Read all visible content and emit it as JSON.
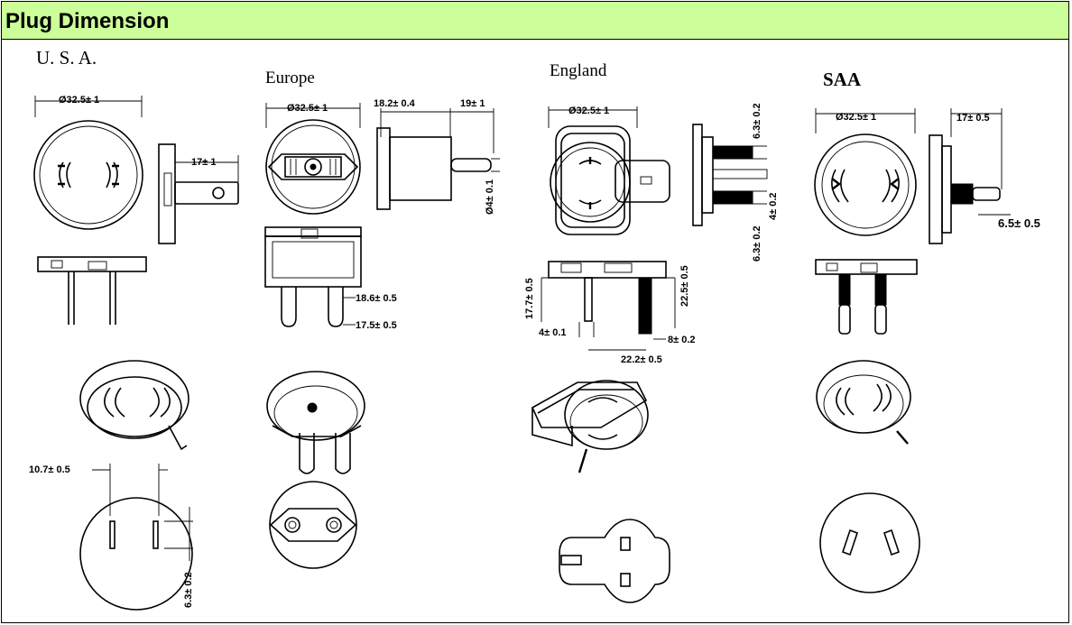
{
  "header": {
    "title": "Plug Dimension",
    "background": "#ccff99"
  },
  "regions": {
    "usa": {
      "label": "U. S. A.",
      "dims": {
        "diameter": "Ø32.5± 1",
        "pin_length": "17± 1",
        "pin_spacing": "10.7± 0.5",
        "pin_width": "6.3± 0.2"
      }
    },
    "europe": {
      "label": "Europe",
      "dims": {
        "diameter": "Ø32.5± 1",
        "body": "18.2± 0.4",
        "pin_length": "19± 1",
        "pin_diameter": "Ø4± 0.1",
        "pin_span": "18.6± 0.5",
        "pin_gap": "17.5± 0.5"
      }
    },
    "england": {
      "label": "England",
      "dims": {
        "diameter": "Ø32.5± 1",
        "pin_top": "6.3± 0.2",
        "pin_gap": "4± 0.2",
        "pin_bottom": "6.3± 0.2",
        "height_left": "17.7± 0.5",
        "height_right": "22.5± 0.5",
        "pin_thickness": "4± 0.1",
        "pin_width": "8± 0.2",
        "pin_spacing": "22.2± 0.5"
      }
    },
    "saa": {
      "label": "SAA",
      "dims": {
        "diameter": "Ø32.5± 1",
        "pin_length": "17± 0.5",
        "pin_width": "6.5± 0.5"
      }
    }
  }
}
